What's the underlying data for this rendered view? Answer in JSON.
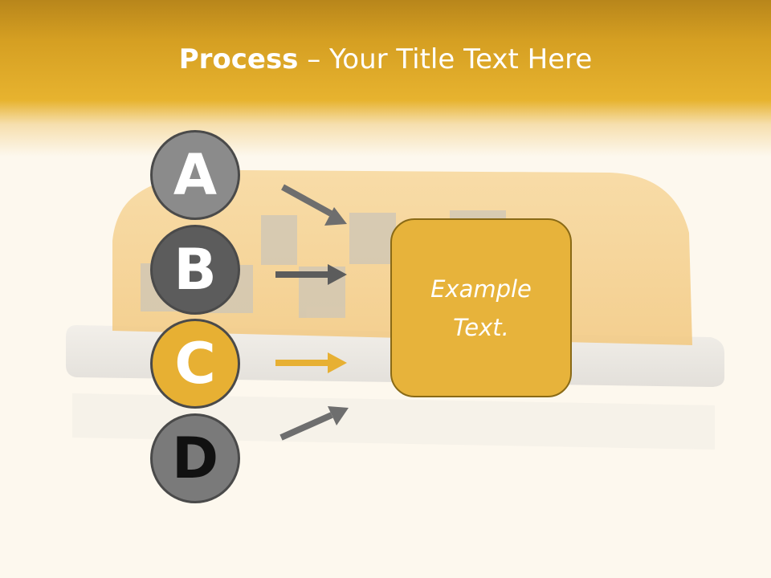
{
  "header": {
    "title_bold": "Process",
    "title_rest": " – Your Title Text Here"
  },
  "steps": [
    {
      "label": "A"
    },
    {
      "label": "B"
    },
    {
      "label": "C"
    },
    {
      "label": "D"
    }
  ],
  "content_box": {
    "text": "Example\nText."
  },
  "colors": {
    "header": "#e7b32f",
    "accent": "#e7b033",
    "box": "#e7b33b",
    "dark_gray": "#5c5c5c",
    "gray": "#8b8b8b",
    "arrow_gray": "#6e6e6e"
  },
  "background_image": "taxi-roof-sign"
}
